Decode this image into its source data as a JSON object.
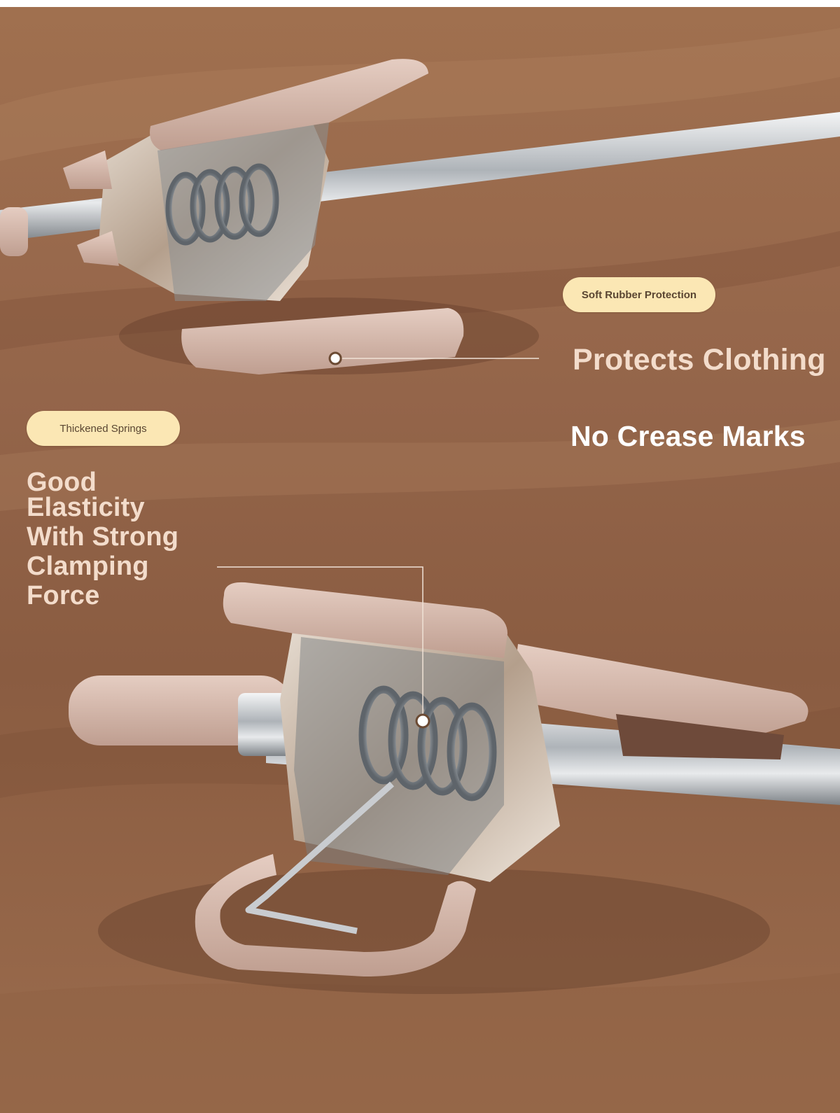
{
  "labels": {
    "soft_rubber_pill": "Soft Rubber Protection",
    "thickened_springs_pill": "Thickened Springs"
  },
  "headlines": {
    "protects_clothing": "Protects Clothing",
    "no_crease_marks": "No Crease Marks",
    "good_elasticity_lines": [
      "Good",
      "Elasticity",
      "With Strong",
      "Clamping",
      "Force"
    ]
  },
  "colors": {
    "pill_bg": "#fbe7b4",
    "pill_text": "#5a4632",
    "headline_light": "#f3dccb",
    "headline_white": "#ffffff",
    "background": "#94654a",
    "rubber_pad": "#d4b5a8",
    "steel": "#c9ccd0"
  }
}
